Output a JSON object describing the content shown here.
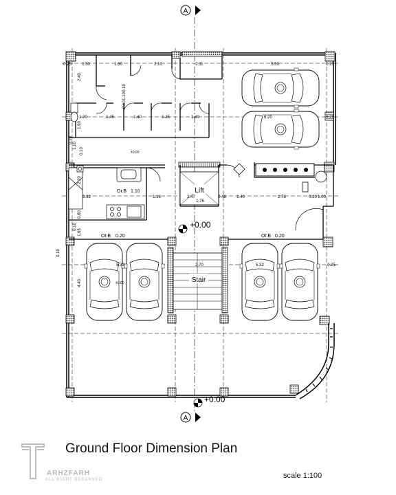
{
  "title": "Ground Floor Dimension Plan",
  "scale": "scale 1:100",
  "logo": {
    "brand": "ARHZFARH",
    "sub": "ALL RIGHT RESERVED"
  },
  "grid": {
    "axis_top": "A",
    "axis_bottom": "A"
  },
  "levels": {
    "center": "+0.00",
    "bottom": "+0.00",
    "small": "±0.00"
  },
  "labels": {
    "lift": "Lift",
    "stair": "Stair",
    "or_b_1": "Or.B",
    "or_b_1_val": "1.10",
    "or_b_2": "Or.B",
    "or_b_2_val": "0.20",
    "or_b_3": "Or.B",
    "or_b_3_val": "0.20"
  },
  "dims": {
    "top": [
      "0.25",
      "1.50",
      "1.60",
      "2.10",
      "2.11",
      "5.59",
      "0.25"
    ],
    "row2": [
      "1.20",
      "1.45",
      "1.40",
      "1.45",
      "1.40",
      "6.20",
      "0.25"
    ],
    "mid": [
      "3.92",
      "1.16",
      "2.47",
      "1.75",
      "0.48",
      "1.40",
      "2.78",
      "0.20",
      "1.00"
    ],
    "garage": [
      "5.32",
      "2.70",
      "5.32",
      "0.25"
    ],
    "left_vertical": [
      "2.40",
      "0.10",
      "1.10",
      "0.10",
      "1.90",
      "0.10",
      "1.10",
      "0.10",
      "2.20",
      "0.60",
      "0.10",
      "1.65",
      "4.40"
    ],
    "far_left": "0.10"
  }
}
